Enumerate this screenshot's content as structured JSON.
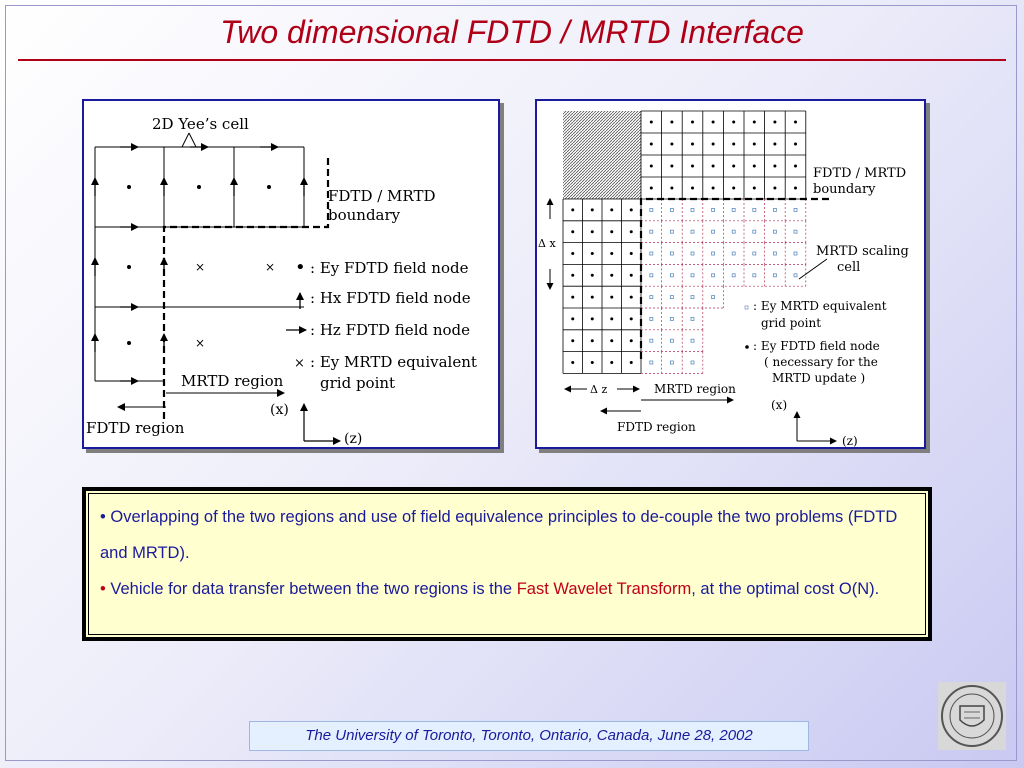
{
  "title": "Two dimensional FDTD / MRTD Interface",
  "left_diagram": {
    "yee_cell_label": "2D Yee’s cell",
    "boundary_label_1": "FDTD / MRTD",
    "boundary_label_2": "boundary",
    "legend": [
      {
        "symbol": "•",
        "text": ": Ey FDTD field node"
      },
      {
        "symbol": "↑",
        "text": ": Hx FDTD field node"
      },
      {
        "symbol": "→",
        "text": ": Hz FDTD field node"
      },
      {
        "symbol": "×",
        "text": ": Ey MRTD equivalent"
      }
    ],
    "legend_cont": "grid point",
    "mrtd_region": "MRTD region",
    "fdtd_region": "FDTD region",
    "axis_x": "(x)",
    "axis_z": "(z)"
  },
  "right_diagram": {
    "boundary_label_1": "FDTD / MRTD",
    "boundary_label_2": "boundary",
    "scaling_label_1": "MRTD scaling",
    "scaling_label_2": "cell",
    "delta_x": "Δ x",
    "delta_z": "Δ z",
    "legend_1a": ": Ey MRTD equivalent",
    "legend_1b": "grid point",
    "legend_2a": ": Ey FDTD field node",
    "legend_2b": "( necessary for the",
    "legend_2c": "MRTD update )",
    "mrtd_region": "MRTD region",
    "fdtd_region": "FDTD region",
    "axis_x": "(x)",
    "axis_z": "(z)"
  },
  "bullets": {
    "b1": "Overlapping of the two regions and use of field equivalence principles to de-couple the two problems (FDTD and MRTD).",
    "b2_pre": "Vehicle for data transfer between the two regions is the ",
    "b2_highlight": "Fast Wavelet Transform",
    "b2_post": ", at the optimal cost O(N)."
  },
  "footer": "The University of Toronto, Toronto, Ontario, Canada, June 28, 2002",
  "colors": {
    "title": "#b00018",
    "text": "#1a1a9c",
    "highlight": "#c0001a",
    "box_bg": "#ffffcf"
  }
}
